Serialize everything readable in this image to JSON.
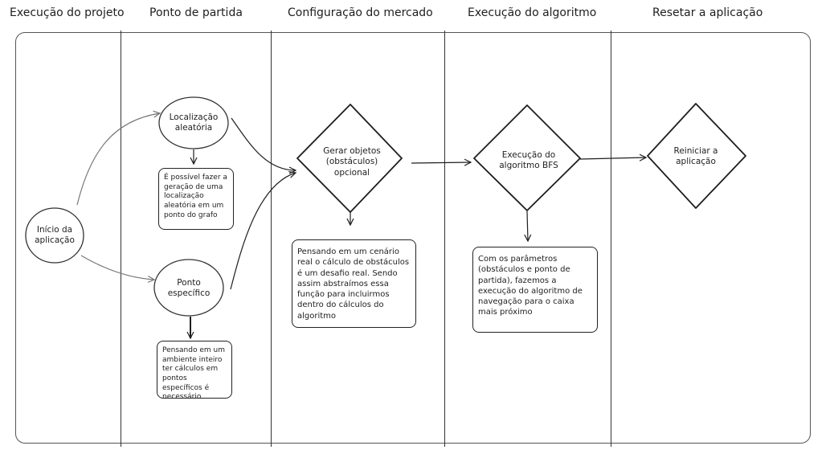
{
  "lanes": [
    "Execução do projeto",
    "Ponto de partida",
    "Configuração do mercado",
    "Execução do algoritmo",
    "Resetar a aplicação"
  ],
  "nodes": {
    "start": "Início da aplicação",
    "random_location": "Localização aleatória",
    "specific_point": "Ponto específico",
    "generate_objects": "Gerar objetos (obstáculos) opcional",
    "bfs": "Execução do algoritmo BFS",
    "restart": "Reiniciar a aplicação"
  },
  "notes": {
    "random_location_note": "É possível fazer a geração de uma localização aleatória em um ponto do grafo",
    "specific_point_note": "Pensando em um ambiente inteiro ter cálculos em pontos específicos é necessário",
    "obstacles_note": "Pensando em um cenário real o cálculo de obstáculos é um desafio real. Sendo assim abstraímos essa função para incluirmos dentro do cálculos do algoritmo",
    "bfs_note": "Com os parâmetros (obstáculos e ponto de partida), fazemos a execução do algoritmo de navegação para o caixa mais próximo"
  }
}
